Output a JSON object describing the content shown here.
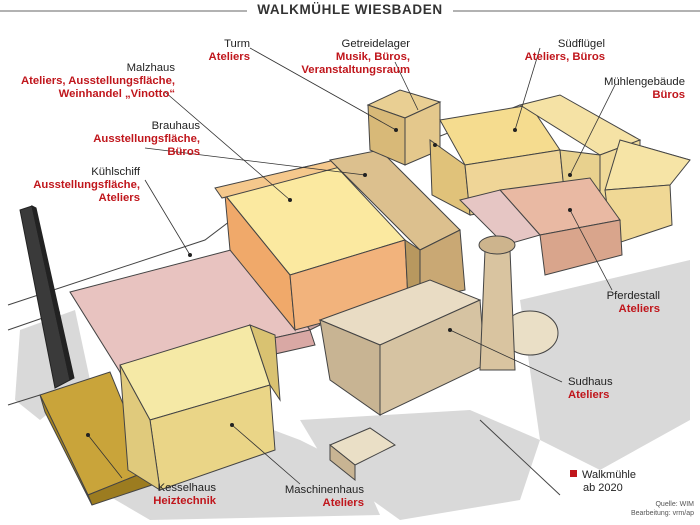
{
  "title": "WALKMÜHLE WIESBADEN",
  "labels": {
    "turm": {
      "name": "Turm",
      "use": "Ateliers"
    },
    "getreidelager": {
      "name": "Getreidelager",
      "use1": "Musik, Büros,",
      "use2": "Veranstaltungsraum"
    },
    "suedfluegel": {
      "name": "Südflügel",
      "use": "Ateliers, Büros"
    },
    "malzhaus": {
      "name": "Malzhaus",
      "use1": "Ateliers, Ausstellungsfläche,",
      "use2": "Weinhandel „Vinotto“"
    },
    "muehlengebaeude": {
      "name": "Mühlengebäude",
      "use": "Büros"
    },
    "brauhaus": {
      "name": "Brauhaus",
      "use1": "Ausstellungsfläche,",
      "use2": "Büros"
    },
    "kuehlschiff": {
      "name": "Kühlschiff",
      "use1": "Ausstellungsfläche,",
      "use2": "Ateliers"
    },
    "pferdestall": {
      "name": "Pferdestall",
      "use": "Ateliers"
    },
    "sudhaus": {
      "name": "Sudhaus",
      "use": "Ateliers"
    },
    "kesselhaus": {
      "name": "Kesselhaus",
      "use": "Heiztechnik"
    },
    "maschinenhaus": {
      "name": "Maschinenhaus",
      "use": "Ateliers"
    }
  },
  "legend": {
    "line1": "Walkmühle",
    "line2": "ab 2020",
    "color": "#c0161c"
  },
  "source": {
    "line1": "Quelle: WIM",
    "line2": "Bearbeitung: vrm/ap"
  },
  "colors": {
    "highlight_label": "#c0161c",
    "shadow": "#d8d8d8"
  }
}
